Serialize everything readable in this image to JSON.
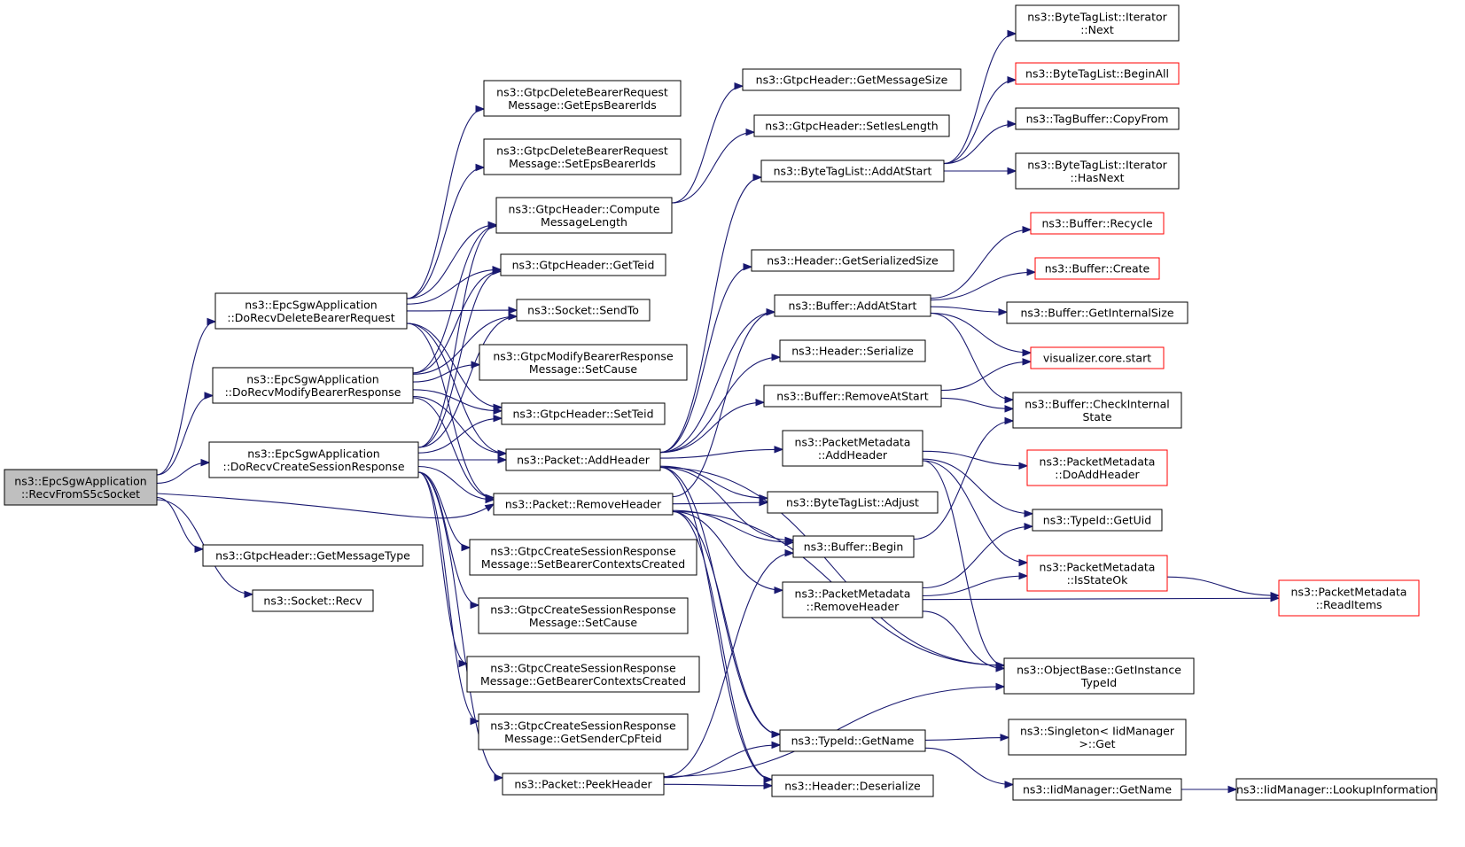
{
  "colors": {
    "edge": "#191970",
    "node_border": "#000000",
    "node_border_truncated": "#ff0000",
    "node_fill": "#ffffff",
    "root_fill": "#bfbfbf",
    "root_border": "#000000"
  },
  "nodes": [
    {
      "id": "recvFromS5c",
      "lines": [
        "ns3::EpcSgwApplication",
        "::RecvFromS5cSocket"
      ],
      "style": "root"
    },
    {
      "id": "doRecvDelete",
      "lines": [
        "ns3::EpcSgwApplication",
        "::DoRecvDeleteBearerRequest"
      ],
      "style": "normal"
    },
    {
      "id": "doRecvModify",
      "lines": [
        "ns3::EpcSgwApplication",
        "::DoRecvModifyBearerResponse"
      ],
      "style": "normal"
    },
    {
      "id": "doRecvCreate",
      "lines": [
        "ns3::EpcSgwApplication",
        "::DoRecvCreateSessionResponse"
      ],
      "style": "normal"
    },
    {
      "id": "gtpcGetMsgType",
      "lines": [
        "ns3::GtpcHeader::GetMessageType"
      ],
      "style": "normal"
    },
    {
      "id": "socketRecv",
      "lines": [
        "ns3::Socket::Recv"
      ],
      "style": "normal"
    },
    {
      "id": "delGetEps",
      "lines": [
        "ns3::GtpcDeleteBearerRequest",
        "Message::GetEpsBearerIds"
      ],
      "style": "normal"
    },
    {
      "id": "delSetEps",
      "lines": [
        "ns3::GtpcDeleteBearerRequest",
        "Message::SetEpsBearerIds"
      ],
      "style": "normal"
    },
    {
      "id": "computeMsgLen",
      "lines": [
        "ns3::GtpcHeader::Compute",
        "MessageLength"
      ],
      "style": "normal"
    },
    {
      "id": "gtpcGetTeid",
      "lines": [
        "ns3::GtpcHeader::GetTeid"
      ],
      "style": "normal"
    },
    {
      "id": "socketSendTo",
      "lines": [
        "ns3::Socket::SendTo"
      ],
      "style": "normal"
    },
    {
      "id": "modSetCause",
      "lines": [
        "ns3::GtpcModifyBearerResponse",
        "Message::SetCause"
      ],
      "style": "normal"
    },
    {
      "id": "gtpcSetTeid",
      "lines": [
        "ns3::GtpcHeader::SetTeid"
      ],
      "style": "normal"
    },
    {
      "id": "pktAddHeader",
      "lines": [
        "ns3::Packet::AddHeader"
      ],
      "style": "normal"
    },
    {
      "id": "pktRemoveHeader",
      "lines": [
        "ns3::Packet::RemoveHeader"
      ],
      "style": "normal"
    },
    {
      "id": "csrSetBearer",
      "lines": [
        "ns3::GtpcCreateSessionResponse",
        "Message::SetBearerContextsCreated"
      ],
      "style": "normal"
    },
    {
      "id": "csrSetCause",
      "lines": [
        "ns3::GtpcCreateSessionResponse",
        "Message::SetCause"
      ],
      "style": "normal"
    },
    {
      "id": "csrGetBearer",
      "lines": [
        "ns3::GtpcCreateSessionResponse",
        "Message::GetBearerContextsCreated"
      ],
      "style": "normal"
    },
    {
      "id": "csrGetSender",
      "lines": [
        "ns3::GtpcCreateSessionResponse",
        "Message::GetSenderCpFteid"
      ],
      "style": "normal"
    },
    {
      "id": "pktPeekHeader",
      "lines": [
        "ns3::Packet::PeekHeader"
      ],
      "style": "normal"
    },
    {
      "id": "gtpcGetMsgSize",
      "lines": [
        "ns3::GtpcHeader::GetMessageSize"
      ],
      "style": "normal"
    },
    {
      "id": "gtpcSetIesLen",
      "lines": [
        "ns3::GtpcHeader::SetIesLength"
      ],
      "style": "normal"
    },
    {
      "id": "btlAddAtStart",
      "lines": [
        "ns3::ByteTagList::AddAtStart"
      ],
      "style": "normal"
    },
    {
      "id": "hdrGetSerSize",
      "lines": [
        "ns3::Header::GetSerializedSize"
      ],
      "style": "normal"
    },
    {
      "id": "bufAddAtStart",
      "lines": [
        "ns3::Buffer::AddAtStart"
      ],
      "style": "normal"
    },
    {
      "id": "hdrSerialize",
      "lines": [
        "ns3::Header::Serialize"
      ],
      "style": "normal"
    },
    {
      "id": "bufRemoveAtStart",
      "lines": [
        "ns3::Buffer::RemoveAtStart"
      ],
      "style": "normal"
    },
    {
      "id": "pmAddHeader",
      "lines": [
        "ns3::PacketMetadata",
        "::AddHeader"
      ],
      "style": "normal"
    },
    {
      "id": "btlAdjust",
      "lines": [
        "ns3::ByteTagList::Adjust"
      ],
      "style": "normal"
    },
    {
      "id": "bufBegin",
      "lines": [
        "ns3::Buffer::Begin"
      ],
      "style": "normal"
    },
    {
      "id": "pmRemoveHeader",
      "lines": [
        "ns3::PacketMetadata",
        "::RemoveHeader"
      ],
      "style": "normal"
    },
    {
      "id": "typeIdGetName",
      "lines": [
        "ns3::TypeId::GetName"
      ],
      "style": "normal"
    },
    {
      "id": "hdrDeserialize",
      "lines": [
        "ns3::Header::Deserialize"
      ],
      "style": "normal"
    },
    {
      "id": "btlIterNext",
      "lines": [
        "ns3::ByteTagList::Iterator",
        "::Next"
      ],
      "style": "normal"
    },
    {
      "id": "btlBeginAll",
      "lines": [
        "ns3::ByteTagList::BeginAll"
      ],
      "style": "truncated"
    },
    {
      "id": "tagBufCopyFrom",
      "lines": [
        "ns3::TagBuffer::CopyFrom"
      ],
      "style": "normal"
    },
    {
      "id": "btlIterHasNext",
      "lines": [
        "ns3::ByteTagList::Iterator",
        "::HasNext"
      ],
      "style": "normal"
    },
    {
      "id": "bufRecycle",
      "lines": [
        "ns3::Buffer::Recycle"
      ],
      "style": "truncated"
    },
    {
      "id": "bufCreate",
      "lines": [
        "ns3::Buffer::Create"
      ],
      "style": "truncated"
    },
    {
      "id": "bufGetInternalSize",
      "lines": [
        "ns3::Buffer::GetInternalSize"
      ],
      "style": "normal"
    },
    {
      "id": "vizStart",
      "lines": [
        "visualizer.core.start"
      ],
      "style": "truncated"
    },
    {
      "id": "bufCheckInternal",
      "lines": [
        "ns3::Buffer::CheckInternal",
        "State"
      ],
      "style": "normal"
    },
    {
      "id": "pmDoAddHeader",
      "lines": [
        "ns3::PacketMetadata",
        "::DoAddHeader"
      ],
      "style": "truncated"
    },
    {
      "id": "typeIdGetUid",
      "lines": [
        "ns3::TypeId::GetUid"
      ],
      "style": "normal"
    },
    {
      "id": "pmIsStateOk",
      "lines": [
        "ns3::PacketMetadata",
        "::IsStateOk"
      ],
      "style": "truncated"
    },
    {
      "id": "pmReadItems",
      "lines": [
        "ns3::PacketMetadata",
        "::ReadItems"
      ],
      "style": "truncated"
    },
    {
      "id": "objGetInstTypeId",
      "lines": [
        "ns3::ObjectBase::GetInstance",
        "TypeId"
      ],
      "style": "normal"
    },
    {
      "id": "singletonGet",
      "lines": [
        "ns3::Singleton< IidManager",
        ">::Get"
      ],
      "style": "normal"
    },
    {
      "id": "iidGetName",
      "lines": [
        "ns3::IidManager::GetName"
      ],
      "style": "normal"
    },
    {
      "id": "iidLookup",
      "lines": [
        "ns3::IidManager::LookupInformation"
      ],
      "style": "normal"
    }
  ],
  "edges": [
    [
      "recvFromS5c",
      "doRecvDelete"
    ],
    [
      "recvFromS5c",
      "doRecvModify"
    ],
    [
      "recvFromS5c",
      "doRecvCreate"
    ],
    [
      "recvFromS5c",
      "gtpcGetMsgType"
    ],
    [
      "recvFromS5c",
      "socketRecv"
    ],
    [
      "recvFromS5c",
      "pktRemoveHeader"
    ],
    [
      "doRecvDelete",
      "delGetEps"
    ],
    [
      "doRecvDelete",
      "delSetEps"
    ],
    [
      "doRecvDelete",
      "computeMsgLen"
    ],
    [
      "doRecvDelete",
      "gtpcGetTeid"
    ],
    [
      "doRecvDelete",
      "socketSendTo"
    ],
    [
      "doRecvDelete",
      "gtpcSetTeid"
    ],
    [
      "doRecvDelete",
      "pktAddHeader"
    ],
    [
      "doRecvDelete",
      "pktRemoveHeader"
    ],
    [
      "doRecvModify",
      "computeMsgLen"
    ],
    [
      "doRecvModify",
      "gtpcGetTeid"
    ],
    [
      "doRecvModify",
      "socketSendTo"
    ],
    [
      "doRecvModify",
      "modSetCause"
    ],
    [
      "doRecvModify",
      "gtpcSetTeid"
    ],
    [
      "doRecvModify",
      "pktAddHeader"
    ],
    [
      "doRecvModify",
      "pktRemoveHeader"
    ],
    [
      "doRecvCreate",
      "computeMsgLen"
    ],
    [
      "doRecvCreate",
      "gtpcGetTeid"
    ],
    [
      "doRecvCreate",
      "socketSendTo"
    ],
    [
      "doRecvCreate",
      "gtpcSetTeid"
    ],
    [
      "doRecvCreate",
      "pktAddHeader"
    ],
    [
      "doRecvCreate",
      "pktRemoveHeader"
    ],
    [
      "doRecvCreate",
      "csrSetBearer"
    ],
    [
      "doRecvCreate",
      "csrSetCause"
    ],
    [
      "doRecvCreate",
      "csrGetBearer"
    ],
    [
      "doRecvCreate",
      "csrGetSender"
    ],
    [
      "doRecvCreate",
      "pktPeekHeader"
    ],
    [
      "computeMsgLen",
      "gtpcGetMsgSize"
    ],
    [
      "computeMsgLen",
      "gtpcSetIesLen"
    ],
    [
      "pktAddHeader",
      "btlAddAtStart"
    ],
    [
      "pktAddHeader",
      "hdrGetSerSize"
    ],
    [
      "pktAddHeader",
      "bufAddAtStart"
    ],
    [
      "pktAddHeader",
      "hdrSerialize"
    ],
    [
      "pktAddHeader",
      "bufRemoveAtStart"
    ],
    [
      "pktAddHeader",
      "pmAddHeader"
    ],
    [
      "pktAddHeader",
      "btlAdjust"
    ],
    [
      "pktAddHeader",
      "bufBegin"
    ],
    [
      "pktAddHeader",
      "objGetInstTypeId"
    ],
    [
      "pktAddHeader",
      "typeIdGetName"
    ],
    [
      "pktAddHeader",
      "hdrDeserialize"
    ],
    [
      "pktRemoveHeader",
      "hdrDeserialize"
    ],
    [
      "pktRemoveHeader",
      "bufAddAtStart"
    ],
    [
      "pktRemoveHeader",
      "btlAdjust"
    ],
    [
      "pktRemoveHeader",
      "bufBegin"
    ],
    [
      "pktRemoveHeader",
      "pmRemoveHeader"
    ],
    [
      "pktRemoveHeader",
      "objGetInstTypeId"
    ],
    [
      "pktRemoveHeader",
      "typeIdGetName"
    ],
    [
      "pktPeekHeader",
      "bufBegin"
    ],
    [
      "pktPeekHeader",
      "typeIdGetName"
    ],
    [
      "pktPeekHeader",
      "hdrDeserialize"
    ],
    [
      "pktPeekHeader",
      "objGetInstTypeId"
    ],
    [
      "btlAddAtStart",
      "btlIterNext"
    ],
    [
      "btlAddAtStart",
      "btlBeginAll"
    ],
    [
      "btlAddAtStart",
      "tagBufCopyFrom"
    ],
    [
      "btlAddAtStart",
      "btlIterHasNext"
    ],
    [
      "bufAddAtStart",
      "bufRecycle"
    ],
    [
      "bufAddAtStart",
      "bufCreate"
    ],
    [
      "bufAddAtStart",
      "bufGetInternalSize"
    ],
    [
      "bufAddAtStart",
      "vizStart"
    ],
    [
      "bufAddAtStart",
      "bufCheckInternal"
    ],
    [
      "bufRemoveAtStart",
      "vizStart"
    ],
    [
      "bufRemoveAtStart",
      "bufCheckInternal"
    ],
    [
      "bufBegin",
      "bufCheckInternal"
    ],
    [
      "pmAddHeader",
      "pmDoAddHeader"
    ],
    [
      "pmAddHeader",
      "typeIdGetUid"
    ],
    [
      "pmAddHeader",
      "pmIsStateOk"
    ],
    [
      "pmAddHeader",
      "objGetInstTypeId"
    ],
    [
      "pmRemoveHeader",
      "typeIdGetUid"
    ],
    [
      "pmRemoveHeader",
      "pmIsStateOk"
    ],
    [
      "pmRemoveHeader",
      "pmReadItems"
    ],
    [
      "pmRemoveHeader",
      "objGetInstTypeId"
    ],
    [
      "pmIsStateOk",
      "pmReadItems"
    ],
    [
      "typeIdGetName",
      "singletonGet"
    ],
    [
      "typeIdGetName",
      "iidGetName"
    ],
    [
      "iidGetName",
      "iidLookup"
    ]
  ]
}
